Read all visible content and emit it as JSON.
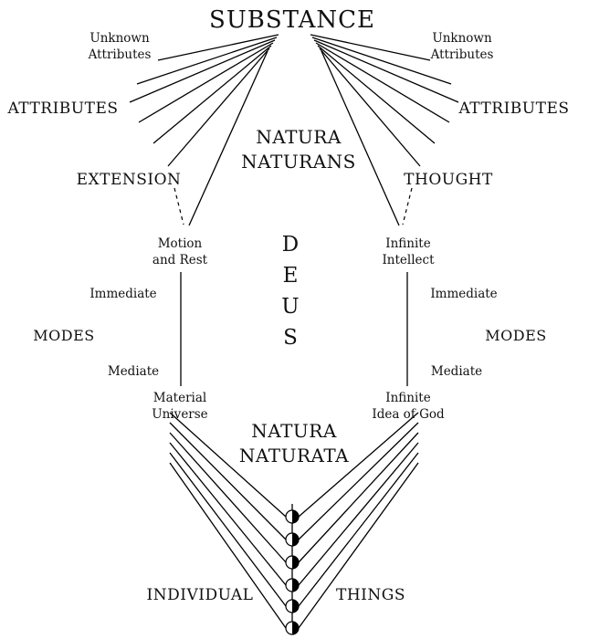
{
  "diagram": {
    "substance": "SUBSTANCE",
    "natura_naturans": [
      "NATURA",
      "NATURANS"
    ],
    "natura_naturata": [
      "NATURA",
      "NATURATA"
    ],
    "deus": [
      "D",
      "E",
      "U",
      "S"
    ],
    "left": {
      "unknown_attributes": [
        "Unknown",
        "Attributes"
      ],
      "attributes": "ATTRIBUTES",
      "extension": "EXTENSION",
      "motion_and_rest": [
        "Motion",
        "and Rest"
      ],
      "immediate": "Immediate",
      "modes": "MODES",
      "mediate": "Mediate",
      "material_universe": [
        "Material",
        "Universe"
      ]
    },
    "right": {
      "unknown_attributes": [
        "Unknown",
        "Attributes"
      ],
      "attributes": "ATTRIBUTES",
      "thought": "THOUGHT",
      "infinite_intellect": [
        "Infinite",
        "Intellect"
      ],
      "immediate": "Immediate",
      "modes": "MODES",
      "mediate": "Mediate",
      "infinite_idea_of_god": [
        "Infinite",
        "Idea of God"
      ]
    },
    "bottom": {
      "individual": "INDIVIDUAL",
      "things": "THINGS"
    },
    "colors": {
      "line": "#000000",
      "text": "#111111",
      "background": "#ffffff"
    }
  }
}
